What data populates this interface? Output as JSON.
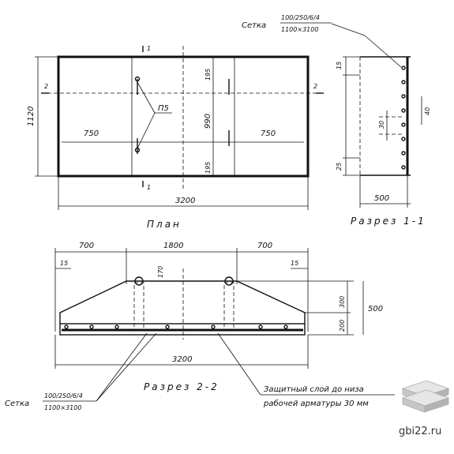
{
  "mesh_label": {
    "word": "Сетка",
    "fraction_top": "100/250/6/4",
    "fraction_bottom": "1100×3100"
  },
  "plan": {
    "title": "План",
    "section_mark_1": "1",
    "section_mark_2": "2",
    "dim_height": "1120",
    "dim_left": "750",
    "dim_right": "750",
    "dim_center": "990",
    "dim_top_inset": "195",
    "dim_bottom_inset": "195",
    "loop_label": "П5",
    "dim_total": "3200"
  },
  "section_1_1": {
    "title": "Разрез 1-1",
    "dim_width": "500",
    "dim_top": "15",
    "dim_bottom": "25",
    "dim_mid": "30",
    "dim_right": "40"
  },
  "section_2_2": {
    "title": "Разрез 2-2",
    "dim_left": "700",
    "dim_center": "1800",
    "dim_right": "700",
    "dim_left_edge": "15",
    "dim_right_edge": "15",
    "dim_loop": "170",
    "dim_upper": "300",
    "dim_lower": "200",
    "dim_total_height": "500",
    "dim_total": "3200",
    "cover_note_line1": "Защитный слой до низа",
    "cover_note_line2": "рабочей арматуры 30 мм"
  },
  "watermark": {
    "site": "gbi22.ru",
    "logo_icon": "stacked-slabs-icon"
  }
}
